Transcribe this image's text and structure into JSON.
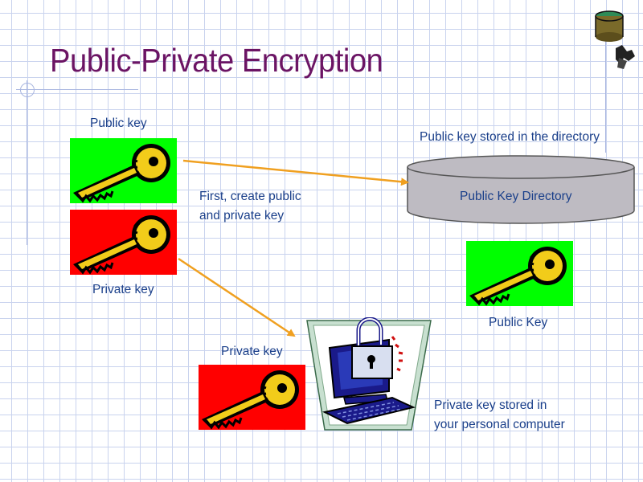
{
  "title": "Public-Private Encryption",
  "labels": {
    "public_key": "Public key",
    "private_key_left": "Private key",
    "directory_caption": "Public key stored in the directory",
    "directory_name": "Public Key Directory",
    "public_key_right": "Public Key",
    "private_key_bottom": "Private key",
    "step_note": "First, create public and private key",
    "step_note_line1": "First, create public",
    "step_note_line2": "and private key",
    "computer_note_line1": "Private key stored in",
    "computer_note_line2": "your personal computer"
  },
  "colors": {
    "title": "#6b1464",
    "label_text": "#1a3f8a",
    "public_key_bg": "#00ff00",
    "private_key_bg": "#ff0000",
    "arrow": "#f0a020",
    "directory_fill": "#bebbc2"
  },
  "icons": [
    "key-icon",
    "database-icon",
    "computer-lock-icon",
    "server-icon"
  ]
}
